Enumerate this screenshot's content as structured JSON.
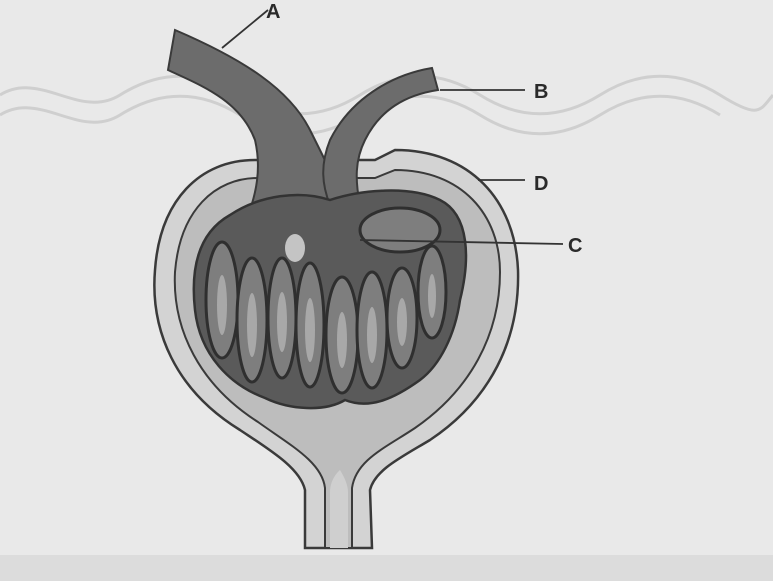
{
  "diagram": {
    "labels": {
      "a": "A",
      "b": "B",
      "c": "C",
      "d": "D"
    },
    "colors": {
      "background": "#e9e9e9",
      "capsule_outer": "#cfcfcf",
      "capsule_space": "#bdbdbd",
      "vessel": "#6c6c6c",
      "capillary_dark": "#4a4a4a",
      "capillary_lumen": "#8a8a8a",
      "line": "#333333"
    }
  }
}
